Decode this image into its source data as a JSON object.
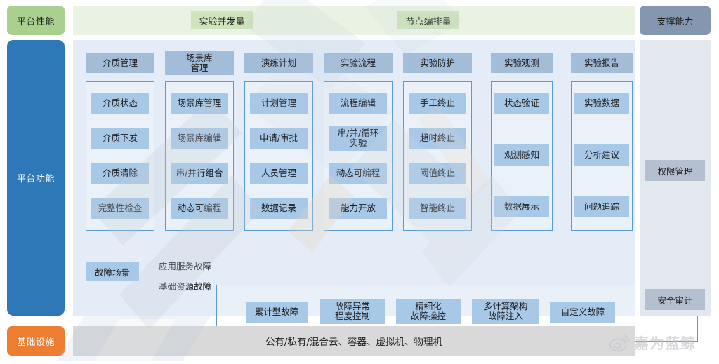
{
  "left_rail": {
    "performance": "平台性能",
    "function": "平台功能",
    "infrastructure": "基础设施"
  },
  "right_rail": {
    "support_header": "支撑能力",
    "items": [
      {
        "label": "权限管理"
      },
      {
        "label": "安全审计"
      }
    ]
  },
  "top_band": {
    "tags": [
      {
        "label": "实验并发量"
      },
      {
        "label": "节点编排量"
      }
    ]
  },
  "columns": [
    {
      "header": "介质管理",
      "items": [
        "介质状态",
        "介质下发",
        "介质清除",
        "完整性检查"
      ]
    },
    {
      "header": "场景库\n管理",
      "header_lines": [
        "场景库",
        "管理"
      ],
      "items": [
        "场景库管理",
        "场景库编辑",
        "串/并行组合",
        "动态可编程"
      ]
    },
    {
      "header": "演练计划",
      "items": [
        "计划管理",
        "申请/审批",
        "人员管理",
        "数据记录"
      ]
    },
    {
      "header": "实验流程",
      "items": [
        "流程编辑",
        "串/并/循环\n实验",
        "动态可编程",
        "能力开放"
      ]
    },
    {
      "header": "实验防护",
      "items": [
        "手工终止",
        "超时终止",
        "阈值终止",
        "智能终止"
      ]
    },
    {
      "header": "实验观测",
      "items": [
        "状态验证",
        "观测感知",
        "数据展示"
      ]
    },
    {
      "header": "实验报告",
      "items": [
        "实验数据",
        "分析建议",
        "问题追踪"
      ]
    }
  ],
  "fault_row": {
    "label": "故障场景",
    "texts": [
      "应用服务故障",
      "基础资源故障"
    ],
    "chips": [
      "累计型故障",
      "故障异常\n程度控制",
      "精细化\n故障操控",
      "多计算架构\n故障注入",
      "自定义故障"
    ]
  },
  "bottom_band": {
    "text": "公有/私有/混合云、容器、虚拟机、物理机"
  },
  "watermark": {
    "brand": "嘉为蓝鲸",
    "icon": "weibo-icon"
  },
  "colors": {
    "green": "#a9d08e",
    "green_band": "#eaf3e3",
    "green_tag": "#cfe3bd",
    "blue_rail": "#2e78b8",
    "orange": "#ed7d31",
    "panel": "#e4edf7",
    "item": "#a8c8e8",
    "header_chip": "#a3bdd9",
    "support": "#8496b0",
    "support_body": "#e3e8ee",
    "support_chip": "#b4bfd0",
    "bottom_band": "#d9d9d9",
    "box_border": "#5b9bd5"
  }
}
